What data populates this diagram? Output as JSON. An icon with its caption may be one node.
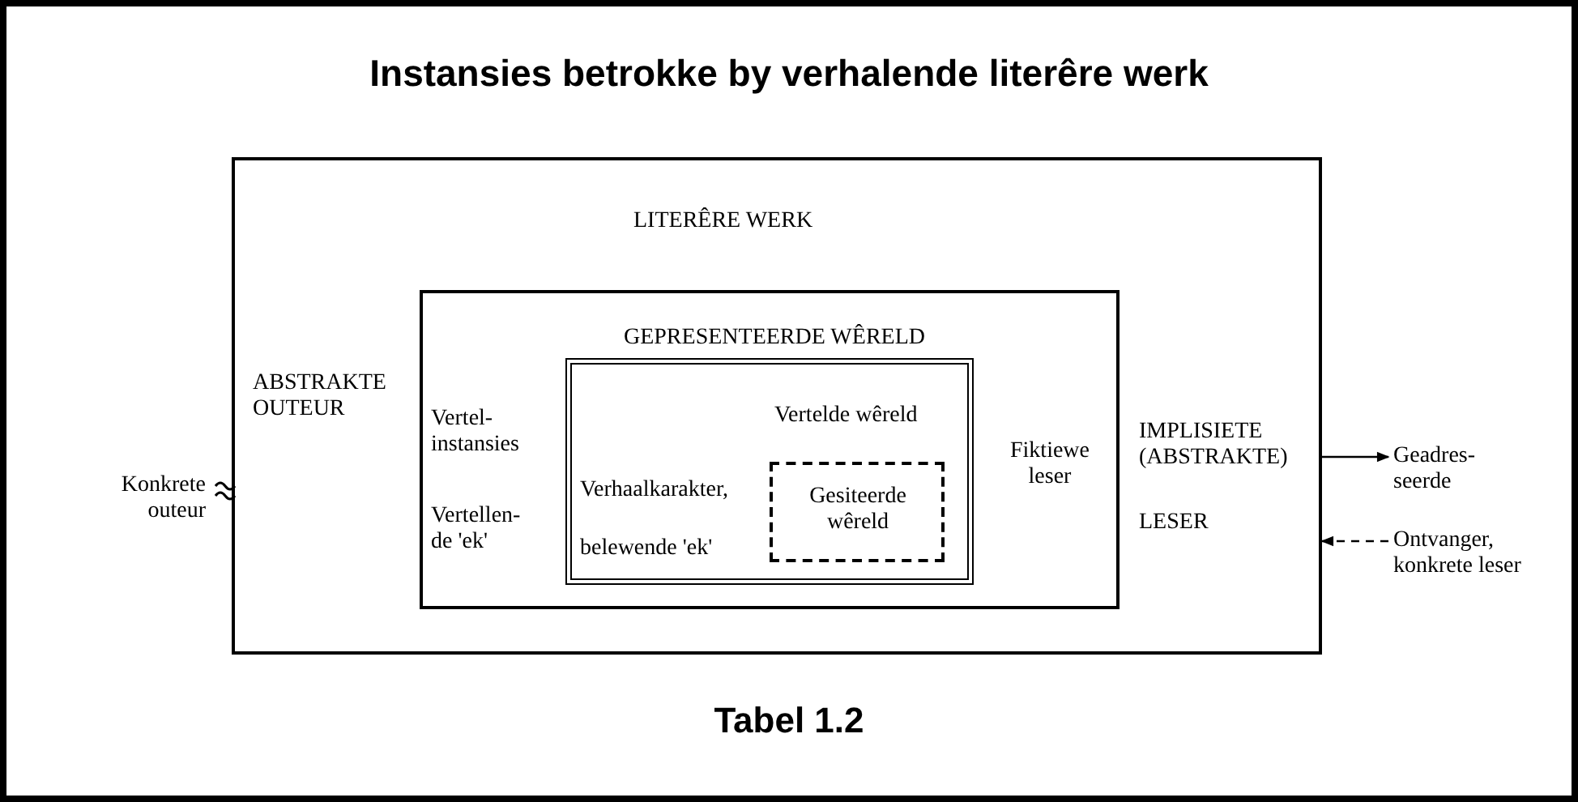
{
  "diagram": {
    "title": "Instansies betrokke by verhalende literêre werk",
    "caption": "Tabel 1.2",
    "nodes": [
      {
        "text": [
          "LITERÊRE WERK",
          "ABSTRAKTE OUTEUR",
          "IMPLISIETE (ABSTRAKTE)",
          "LESER"
        ]
      },
      {
        "text": [
          "Vertel- instansies",
          "Vertellen- de 'ek'",
          "Fiktiewe leser"
        ],
        "in": 0
      },
      {
        "text": [
          "GEPRESENTEERDE WÊRELD",
          "Vertelde wêreld",
          "Verhaalkarakter, belewende 'ek'"
        ],
        "in": 1
      },
      {
        "text": [
          "Gesiteerde wêreld"
        ],
        "in": 2
      },
      {
        "text": [
          "Geadres- seerde"
        ]
      },
      {
        "text": [
          "Ontvanger, konkrete leser"
        ]
      }
    ],
    "edges": [
      {
        "from": 0,
        "to": 4,
        "arrow": "to"
      },
      {
        "from": 5,
        "to": 0,
        "arrow": "to",
        "style": "dashed"
      }
    ],
    "labels": [
      "Konkrete outeur"
    ]
  }
}
